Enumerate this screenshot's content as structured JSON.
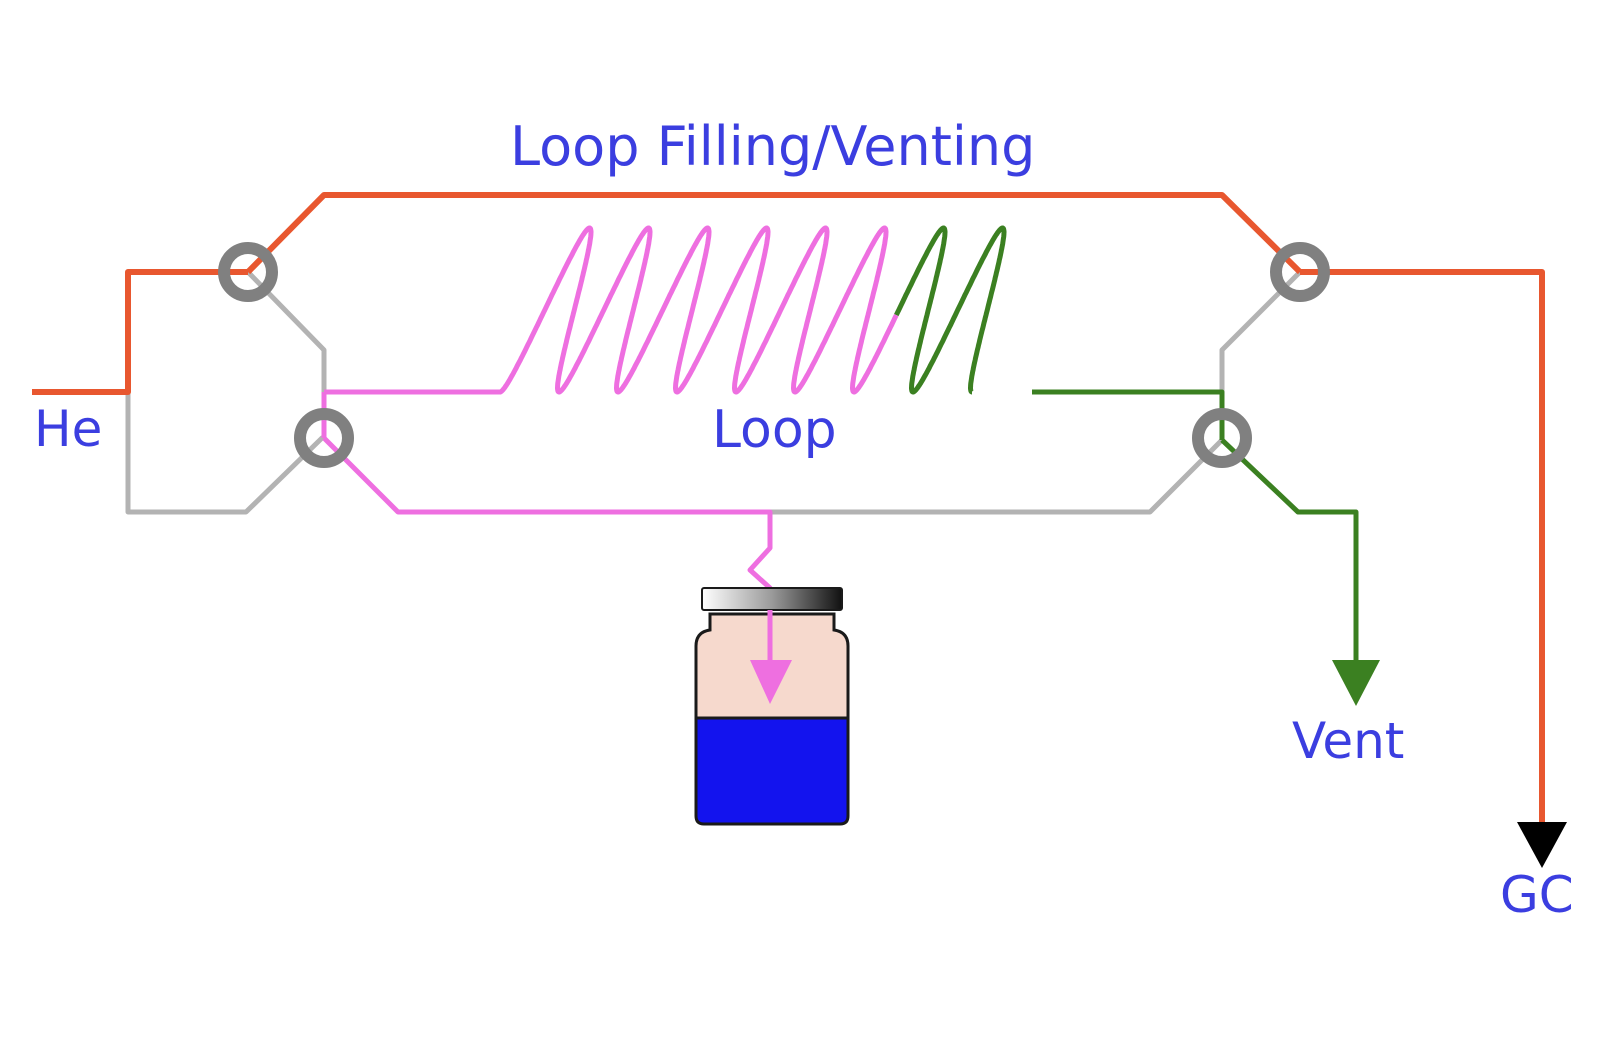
{
  "diagram": {
    "title": "Loop Filling/Venting",
    "labels": {
      "carrier_gas": "He",
      "loop": "Loop",
      "vent": "Vent",
      "gc": "GC"
    },
    "colors": {
      "carrier_path": "#e8572f",
      "sample_path": "#ee6fe0",
      "vent_path": "#3b8021",
      "inactive_path": "#b3b3b3",
      "valve_port": "#808080",
      "label_text": "#3b3ee0",
      "gc_arrow": "#000000",
      "vial_headspace": "#f6d9cd",
      "vial_liquid": "#1313ee",
      "vial_cap": "#1a1a1a"
    },
    "icons": {
      "valve_port": "ring-port-icon",
      "vial": "sample-vial-icon",
      "flow_arrow": "arrow-down-icon"
    }
  }
}
